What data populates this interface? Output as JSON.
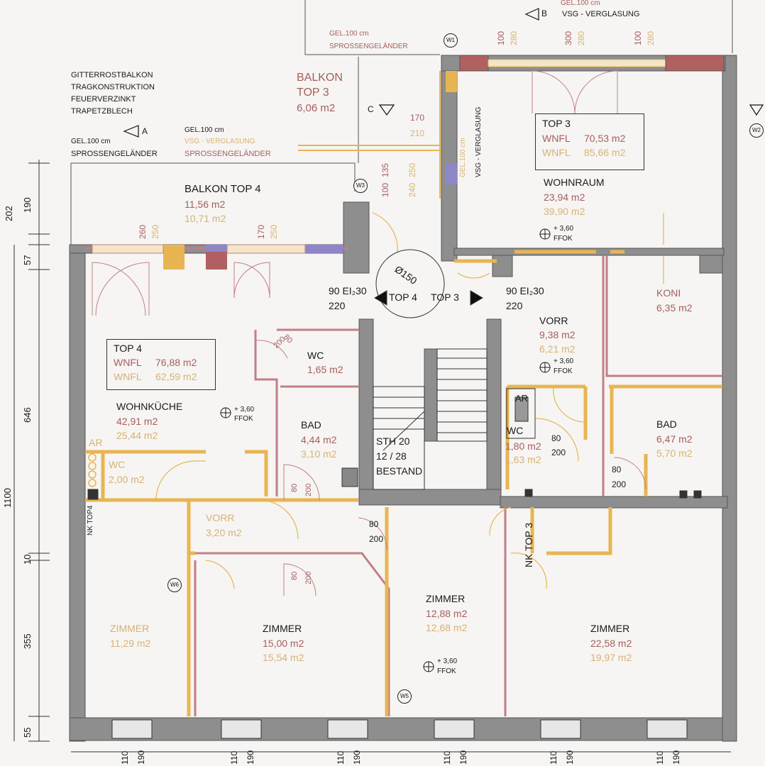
{
  "notes": {
    "grating_lines": [
      "GITTERROSTBALKON",
      "TRAGKONSTRUKTION",
      "FEUERVERZINKT",
      "TRAPETZBLECH"
    ]
  },
  "railings": {
    "top_right_height": "GEL.100 cm",
    "top_right_type": "SPROSSENGELÄNDER",
    "left_height": "GEL.100 cm",
    "left_type": "SPROSSENGELÄNDER",
    "mid_height": "GEL.100 cm",
    "mid_glazing": "VSG - VERGLASUNG",
    "mid_type": "SPROSSENGELÄNDER",
    "top_corner_height": "GEL.100 cm",
    "top_glazing": "VSG - VERGLASUNG",
    "vertical_height": "GEL.100 cm",
    "vertical_glazing": "VSG - VERGLASUNG"
  },
  "sections": {
    "a": "A",
    "b": "B",
    "c": "C"
  },
  "wall_markers": [
    "W1",
    "W2",
    "W3",
    "W5",
    "W6"
  ],
  "balconies": {
    "top3": {
      "label": "BALKON",
      "label2": "TOP 3",
      "area": "6,06 m2"
    },
    "top4": {
      "label": "BALKON TOP 4",
      "area": "11,56 m2",
      "area_alt": "10,71 m2"
    }
  },
  "units": {
    "top3": {
      "title": "TOP 3",
      "wnfl_label": "WNFL",
      "wnfl": "70,53 m2",
      "wnfl_alt": "85,66 m2"
    },
    "top4": {
      "title": "TOP 4",
      "wnfl_label": "WNFL",
      "wnfl": "76,88 m2",
      "wnfl_alt": "62,59 m2"
    }
  },
  "rooms": {
    "wohnraum": {
      "name": "WOHNRAUM",
      "area": "23,94 m2",
      "area_alt": "39,90 m2"
    },
    "koni": {
      "name": "KONI",
      "area": "6,35 m2"
    },
    "vorr3": {
      "name": "VORR",
      "area": "9,38 m2",
      "area_alt": "6,21 m2"
    },
    "ar3": {
      "name": "AR"
    },
    "wc3": {
      "name": "WC",
      "area": "1,80 m2",
      "area_alt": "1,63 m2"
    },
    "bad3": {
      "name": "BAD",
      "area": "6,47 m2",
      "area_alt": "5,70 m2"
    },
    "zimmer_right": {
      "name": "ZIMMER",
      "area": "22,58 m2",
      "area_alt": "19,97 m2"
    },
    "zimmer_mid": {
      "name": "ZIMMER",
      "area": "12,88 m2",
      "area_alt": "12,68 m2"
    },
    "wc4": {
      "name": "WC",
      "area": "1,65 m2"
    },
    "wohnkueche": {
      "name": "WOHNKÜCHE",
      "area": "42,91 m2",
      "area_alt": "25,44 m2"
    },
    "bad4": {
      "name": "BAD",
      "area": "4,44 m2",
      "area_alt": "3,10 m2"
    },
    "ar4": {
      "name": "AR"
    },
    "wc4b": {
      "name": "WC",
      "area": "2,00 m2"
    },
    "vorr4": {
      "name": "VORR",
      "area": "3,20 m2"
    },
    "zimmer_left": {
      "name": "ZIMMER",
      "area": "11,29 m2"
    },
    "zimmer_center": {
      "name": "ZIMMER",
      "area": "15,00 m2",
      "area_alt": "15,54 m2"
    }
  },
  "stair": {
    "diameter": "Ø150",
    "top4": "TOP 4",
    "top3": "TOP 3",
    "door_rating": "90 EI₂30",
    "door_height": "220",
    "sth": "STH 20",
    "steps": "12 / 28",
    "bestand": "BESTAND"
  },
  "levels": {
    "ffok_value": "+ 3,60",
    "ffok_label": "FFOK"
  },
  "nk": {
    "top4": "NK TOP4",
    "top3": "NK TOP 3"
  },
  "dims": {
    "left_chain": [
      "202",
      "190",
      "57",
      "646",
      "1100",
      "10",
      "355",
      "55"
    ],
    "top_windows": [
      "100",
      "280",
      "300",
      "280",
      "100",
      "280"
    ],
    "balkon4_windows": [
      "260",
      "250",
      "170",
      "250"
    ],
    "balkon3_window": [
      "170",
      "210"
    ],
    "balkon_door": [
      "100",
      "135",
      "250",
      "240"
    ],
    "bottom": [
      "110",
      "190",
      "110",
      "190",
      "110",
      "190",
      "110",
      "190",
      "110",
      "190",
      "110",
      "190"
    ],
    "door_80": "80",
    "door_200": "200"
  },
  "colors": {
    "wall": "#8e8e8e",
    "existing_outline": "#c17f86",
    "new_wall": "#e8b552",
    "window_blue": "#8f86c8",
    "red_text": "#a55e5e",
    "orange_text": "#d8b272"
  }
}
